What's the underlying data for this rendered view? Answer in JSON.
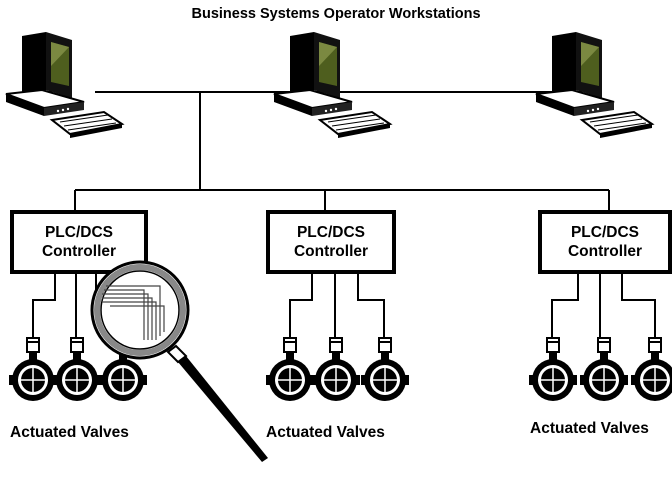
{
  "title": "Business Systems Operator Workstations",
  "workstations": [
    {
      "icon": "computer-workstation-icon"
    },
    {
      "icon": "computer-workstation-icon"
    },
    {
      "icon": "computer-workstation-icon"
    }
  ],
  "controllers": [
    {
      "line1": "PLC/DCS",
      "line2": "Controller",
      "valves_label": "Actuated Valves"
    },
    {
      "line1": "PLC/DCS",
      "line2": "Controller",
      "valves_label": "Actuated Valves"
    },
    {
      "line1": "PLC/DCS",
      "line2": "Controller",
      "valves_label": "Actuated Valves"
    }
  ],
  "magnifier": {
    "icon": "magnifying-glass-icon"
  },
  "colors": {
    "screen": "#4e5e1e",
    "screen_highlight": "#9aa658",
    "line": "#000000"
  }
}
